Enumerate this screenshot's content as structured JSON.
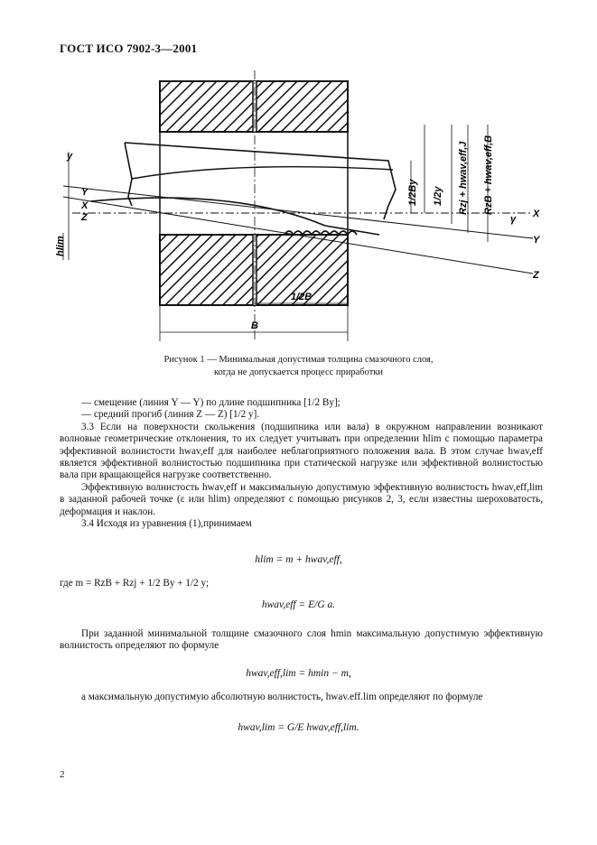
{
  "header": {
    "title": "ГОСТ ИСО 7902-3—2001"
  },
  "figure": {
    "labels": {
      "y_small": "y",
      "Y_left": "Y",
      "X_left": "X",
      "Z_left": "Z",
      "h_lim": "hlim",
      "half_By": "1/2By",
      "half_y": "1/2y",
      "rz_j": "Rzj + hwav,eff,J",
      "rz_b": "RzB + hwav,eff,B",
      "gamma": "γ",
      "X_right": "X",
      "Y_right": "Y",
      "Z_right": "Z",
      "half_B": "1/2B",
      "B": "B"
    }
  },
  "caption": {
    "line1": "Рисунок 1 — Минимальная допустимая толщина смазочного слоя,",
    "line2": "когда не допускается процесс приработки"
  },
  "text": {
    "dash1": "— смещение (линия Y — Y) по длине подшипника [1/2 By];",
    "dash2": "— средний прогиб (линия Z — Z) [1/2 y].",
    "p33": "3.3 Если на поверхности скольжения (подшипника или вала) в окружном направлении возникают волновые геометрические отклонения, то их следует учитывать при определении hlim с помощью параметра эффективной волнистости hwav,eff для наиболее неблагоприятного положения вала. В этом случае hwav,eff является эффективной волнистостью подшипника при статической нагрузке или эффективной волнистостью вала при вращающейся нагрузке соответственно.",
    "p_eff": "Эффективную волнистость hwav,eff и максимальную допустимую эффективную волнистость hwav,eff,lim в заданной рабочей точке (ε или hlim) определяют с помощью рисунков 2, 3, если известны шероховатость, деформация и наклон.",
    "p34": "3.4 Исходя из уравнения (1),принимаем",
    "eq1": "hlim = m + hwav,eff,",
    "where": "где m = RzB + Rzj + 1/2 By + 1/2 y;",
    "eq2": "hwav,eff = E/G a.",
    "p_given": "При заданной минимальной толщине смазочного слоя hmin максимальную допустимую эффективную волнистость определяют по формуле",
    "eq3": "hwav,eff,lim = hmin − m,",
    "p_abs": "а максимальную допустимую абсолютную волнистость, hwav.eff.lim определяют по формуле",
    "eq4": "hwav,lim = G/E hwav,eff,lim."
  },
  "page_number": "2"
}
